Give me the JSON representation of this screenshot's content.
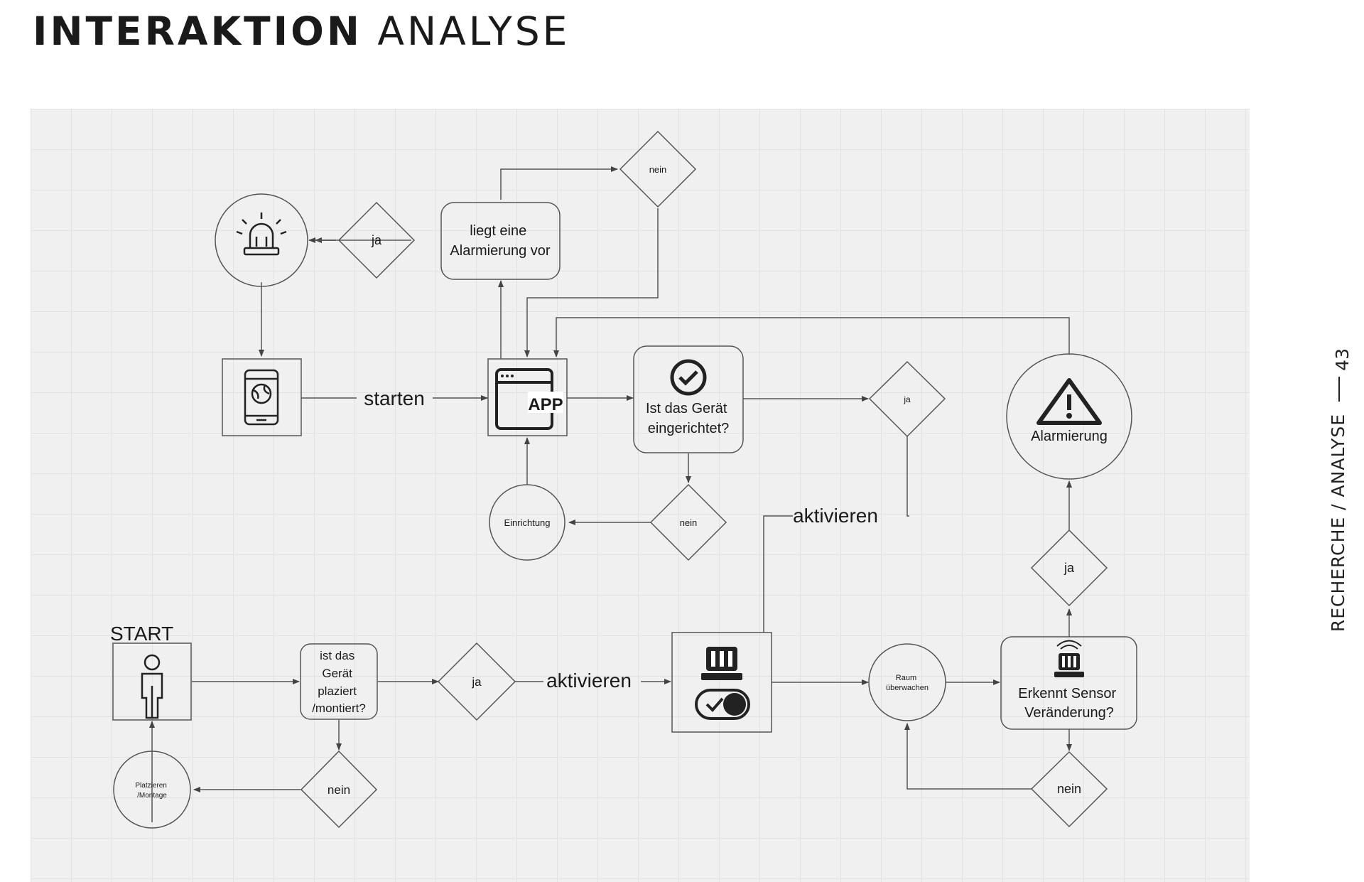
{
  "header": {
    "title_bold": "INTERAKTION",
    "title_light": "ANALYSE"
  },
  "sidebar": {
    "section": "RECHERCHE / ANALYSE",
    "page_number": "43"
  },
  "diagram": {
    "start_label": "START",
    "nodes": {
      "check_mounted": [
        "ist das",
        "Gerät",
        "plaziert",
        "/montiert?"
      ],
      "mount_yes": "ja",
      "mount_no": "nein",
      "placement": [
        "Platzieren",
        "/Montage"
      ],
      "activate_bottom": "aktivieren",
      "monitor_room": [
        "Raum",
        "überwachen"
      ],
      "sensor_detect": [
        "Erkennt Sensor",
        "Veränderung?"
      ],
      "sensor_yes": "ja",
      "sensor_no": "nein",
      "alarm": "Alarmierung",
      "start_app": "starten",
      "app_label": "APP",
      "device_setup_check": [
        "Ist das Gerät",
        "eingerichtet?"
      ],
      "setup_yes": "ja",
      "setup_no": "nein",
      "setup": "Einrichtung",
      "activate_right": "aktivieren",
      "alarm_check": [
        "liegt eine",
        "Alarmierung vor"
      ],
      "alarm_yes": "ja",
      "alarm_no": "nein"
    }
  }
}
